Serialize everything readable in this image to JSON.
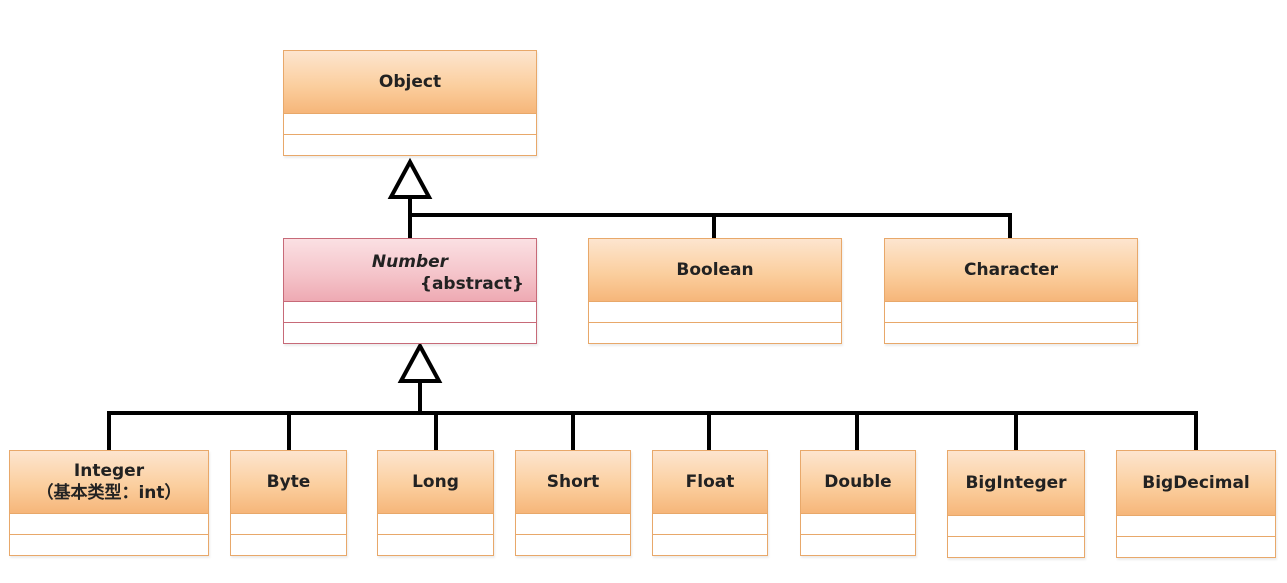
{
  "diagram": {
    "colors": {
      "class_fill": "#fbcf9f",
      "class_border": "#e8a86a",
      "abstract_fill": "#f5c5cb",
      "abstract_border": "#c76a78",
      "connector": "#000000"
    },
    "classes": {
      "object": {
        "name": "Object"
      },
      "number": {
        "name": "Number",
        "stereotype": "{abstract}"
      },
      "boolean": {
        "name": "Boolean"
      },
      "character": {
        "name": "Character"
      },
      "integer": {
        "name": "Integer",
        "subtitle": "（基本类型：int）"
      },
      "byte": {
        "name": "Byte"
      },
      "long": {
        "name": "Long"
      },
      "short": {
        "name": "Short"
      },
      "float": {
        "name": "Float"
      },
      "double": {
        "name": "Double"
      },
      "biginteger": {
        "name": "BigInteger"
      },
      "bigdecimal": {
        "name": "BigDecimal"
      }
    },
    "relations": [
      {
        "type": "inheritance",
        "parent": "Object",
        "children": [
          "Number",
          "Boolean",
          "Character"
        ]
      },
      {
        "type": "inheritance",
        "parent": "Number",
        "children": [
          "Integer",
          "Byte",
          "Long",
          "Short",
          "Float",
          "Double",
          "BigInteger",
          "BigDecimal"
        ]
      }
    ]
  }
}
